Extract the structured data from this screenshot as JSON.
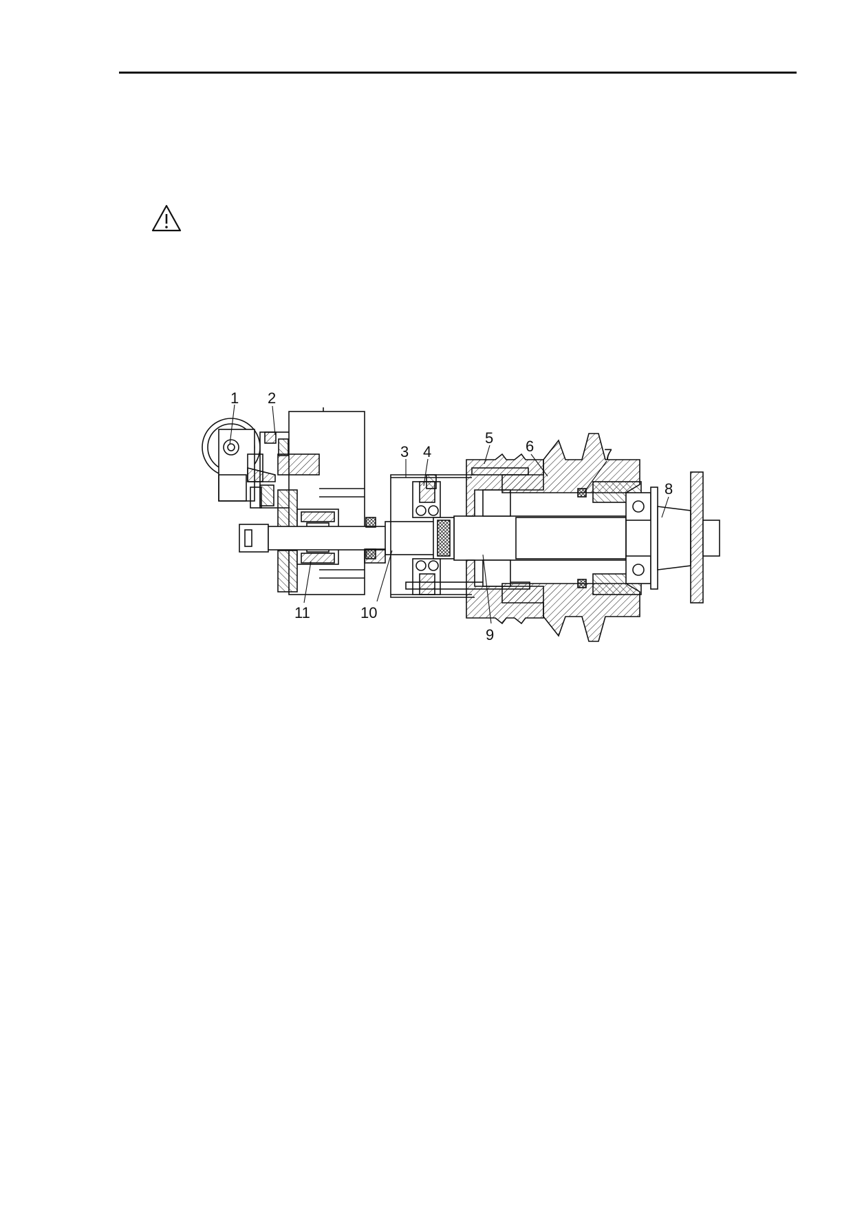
{
  "figure": {
    "callouts": [
      "1",
      "2",
      "3",
      "4",
      "5",
      "6",
      "7",
      "8",
      "9",
      "10",
      "11"
    ]
  },
  "colors": {
    "ink": "#111111",
    "paper": "#ffffff"
  },
  "icons": {
    "warning": "warning-triangle-icon"
  }
}
